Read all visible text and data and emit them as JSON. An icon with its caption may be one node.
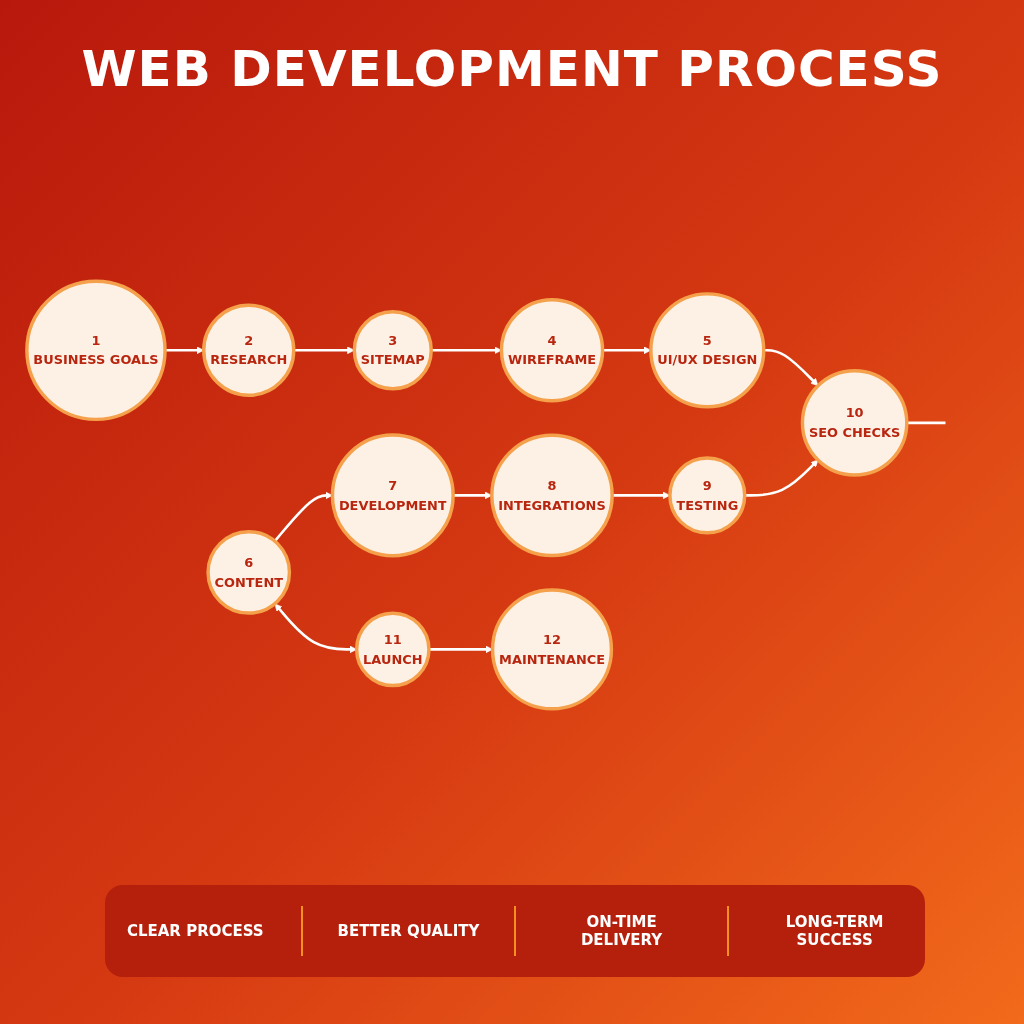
{
  "diagram": {
    "title": "WEB DEVELOPMENT PROCESS",
    "nodes": [
      {
        "text": [
          "1",
          "BUSINESS GOALS"
        ]
      },
      {
        "text": [
          "2",
          "RESEARCH"
        ]
      },
      {
        "text": [
          "3",
          "SITEMAP"
        ]
      },
      {
        "text": [
          "4",
          "WIREFRAME"
        ]
      },
      {
        "text": [
          "5",
          "UI/UX DESIGN"
        ]
      },
      {
        "text": [
          "6",
          "CONTENT"
        ]
      },
      {
        "text": [
          "7",
          "DEVELOPMENT"
        ]
      },
      {
        "text": [
          "8",
          "INTEGRATIONS"
        ]
      },
      {
        "text": [
          "9",
          "TESTING"
        ]
      },
      {
        "text": [
          "10",
          "SEO CHECKS"
        ]
      },
      {
        "text": [
          "11",
          "LAUNCH"
        ]
      },
      {
        "text": [
          "12",
          "MAINTENANCE"
        ]
      }
    ],
    "edges": [
      {
        "from": 0,
        "to": 1,
        "arrow": "to"
      },
      {
        "from": 1,
        "to": 2,
        "arrow": "to"
      },
      {
        "from": 2,
        "to": 3,
        "arrow": "to"
      },
      {
        "from": 3,
        "to": 4,
        "arrow": "to"
      },
      {
        "from": 4,
        "to": 9,
        "arrow": "to"
      },
      {
        "from": 5,
        "to": 6,
        "arrow": "to"
      },
      {
        "from": 6,
        "to": 7,
        "arrow": "to"
      },
      {
        "from": 7,
        "to": 8,
        "arrow": "to"
      },
      {
        "from": 8,
        "to": 9,
        "arrow": "to"
      },
      {
        "from": 9,
        "to": null,
        "arrow": "none"
      },
      {
        "from": 5,
        "to": 10,
        "arrow": "both"
      },
      {
        "from": 10,
        "to": 11,
        "arrow": "to"
      }
    ],
    "labels": [
      "CLEAR PROCESS",
      "BETTER QUALITY",
      "ON-TIME DELIVERY",
      "LONG-TERM SUCCESS"
    ]
  }
}
